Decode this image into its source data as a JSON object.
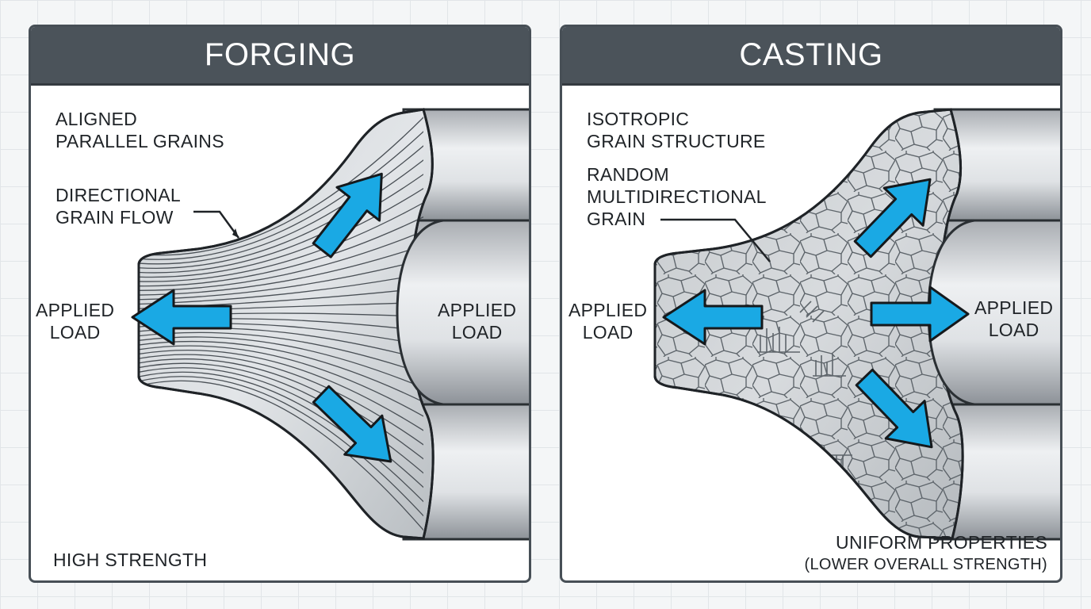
{
  "panels": {
    "forging": {
      "title": "FORGING",
      "labels": {
        "grain_alignment": [
          "ALIGNED",
          "PARALLEL GRAINS"
        ],
        "grain_flow": [
          "DIRECTIONAL",
          "GRAIN FLOW"
        ],
        "load_left": [
          "APPLIED",
          "LOAD"
        ],
        "load_right": [
          "APPLIED",
          "LOAD"
        ],
        "result": "HIGH STRENGTH"
      }
    },
    "casting": {
      "title": "CASTING",
      "labels": {
        "structure": [
          "ISOTROPIC",
          "GRAIN STRUCTURE"
        ],
        "grain": [
          "RANDOM",
          "MULTIDIRECTIONAL",
          "GRAIN"
        ],
        "load_left": [
          "APPLIED",
          "LOAD"
        ],
        "load_right": [
          "APPLIED",
          "LOAD"
        ],
        "result_main": "UNIFORM PROPERTIES",
        "result_note": "(LOWER OVERALL STRENGTH)"
      }
    }
  },
  "colors": {
    "arrow": "#1aa9e4",
    "arrow_outline": "#15191c",
    "header": "#4b535a",
    "border": "#474f56"
  },
  "icons": {
    "load_arrow": "arrow-icon"
  }
}
